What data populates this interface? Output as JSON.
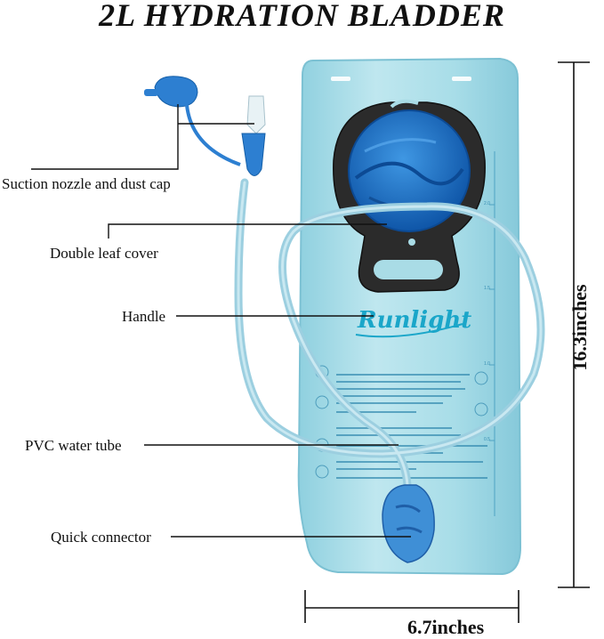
{
  "title": "2L HYDRATION BLADDER",
  "labels": {
    "nozzle": "Suction nozzle and dust cap",
    "cover": "Double leaf cover",
    "handle": "Handle",
    "tube": "PVC water tube",
    "connector": "Quick connector"
  },
  "dimensions": {
    "height": "16.3inches",
    "width": "6.7inches"
  },
  "brand": "Runlight",
  "scale_marks": [
    "2.0",
    "1.5",
    "1.0",
    "0.5"
  ],
  "colors": {
    "bladder": "#a9dce6",
    "tube": "#9ccfe0",
    "cap": "#1f73c8",
    "handle": "#2b2b2b"
  }
}
